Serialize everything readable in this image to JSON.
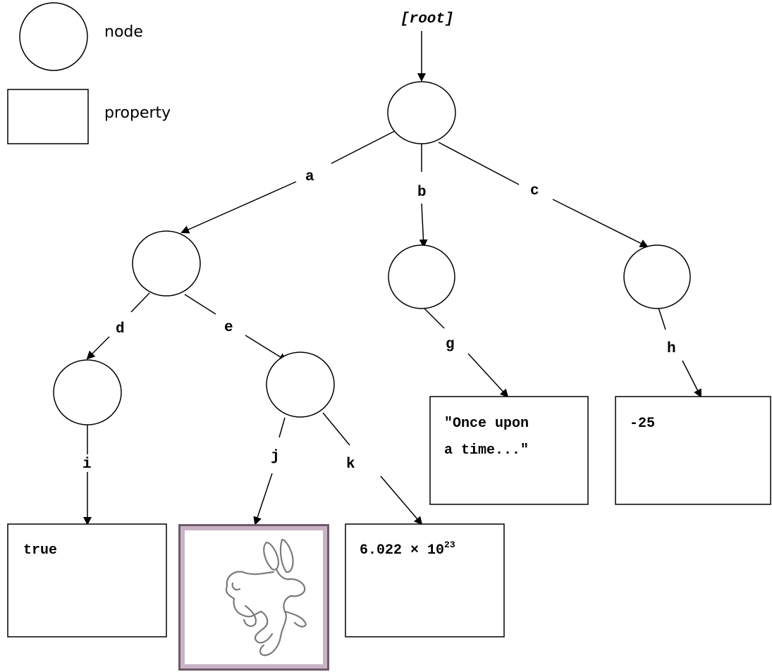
{
  "legend": {
    "node_label": "node",
    "property_label": "property"
  },
  "root_label": "[root]",
  "edges": {
    "a": "a",
    "b": "b",
    "c": "c",
    "d": "d",
    "e": "e",
    "g": "g",
    "h": "h",
    "i": "i",
    "j": "j",
    "k": "k"
  },
  "properties": {
    "true_value": "true",
    "avogadro_mantissa": "6.022 × 10",
    "avogadro_exponent": "23",
    "story_line1": "\"Once upon",
    "story_line2": "a time...\"",
    "negative_value": "-25"
  },
  "colors": {
    "stroke": "#000000",
    "image_frame": "#c8b4c4",
    "image_frame_outer": "#6e5a6a"
  },
  "icons": {
    "image_property": "rabbit-sketch-icon"
  }
}
